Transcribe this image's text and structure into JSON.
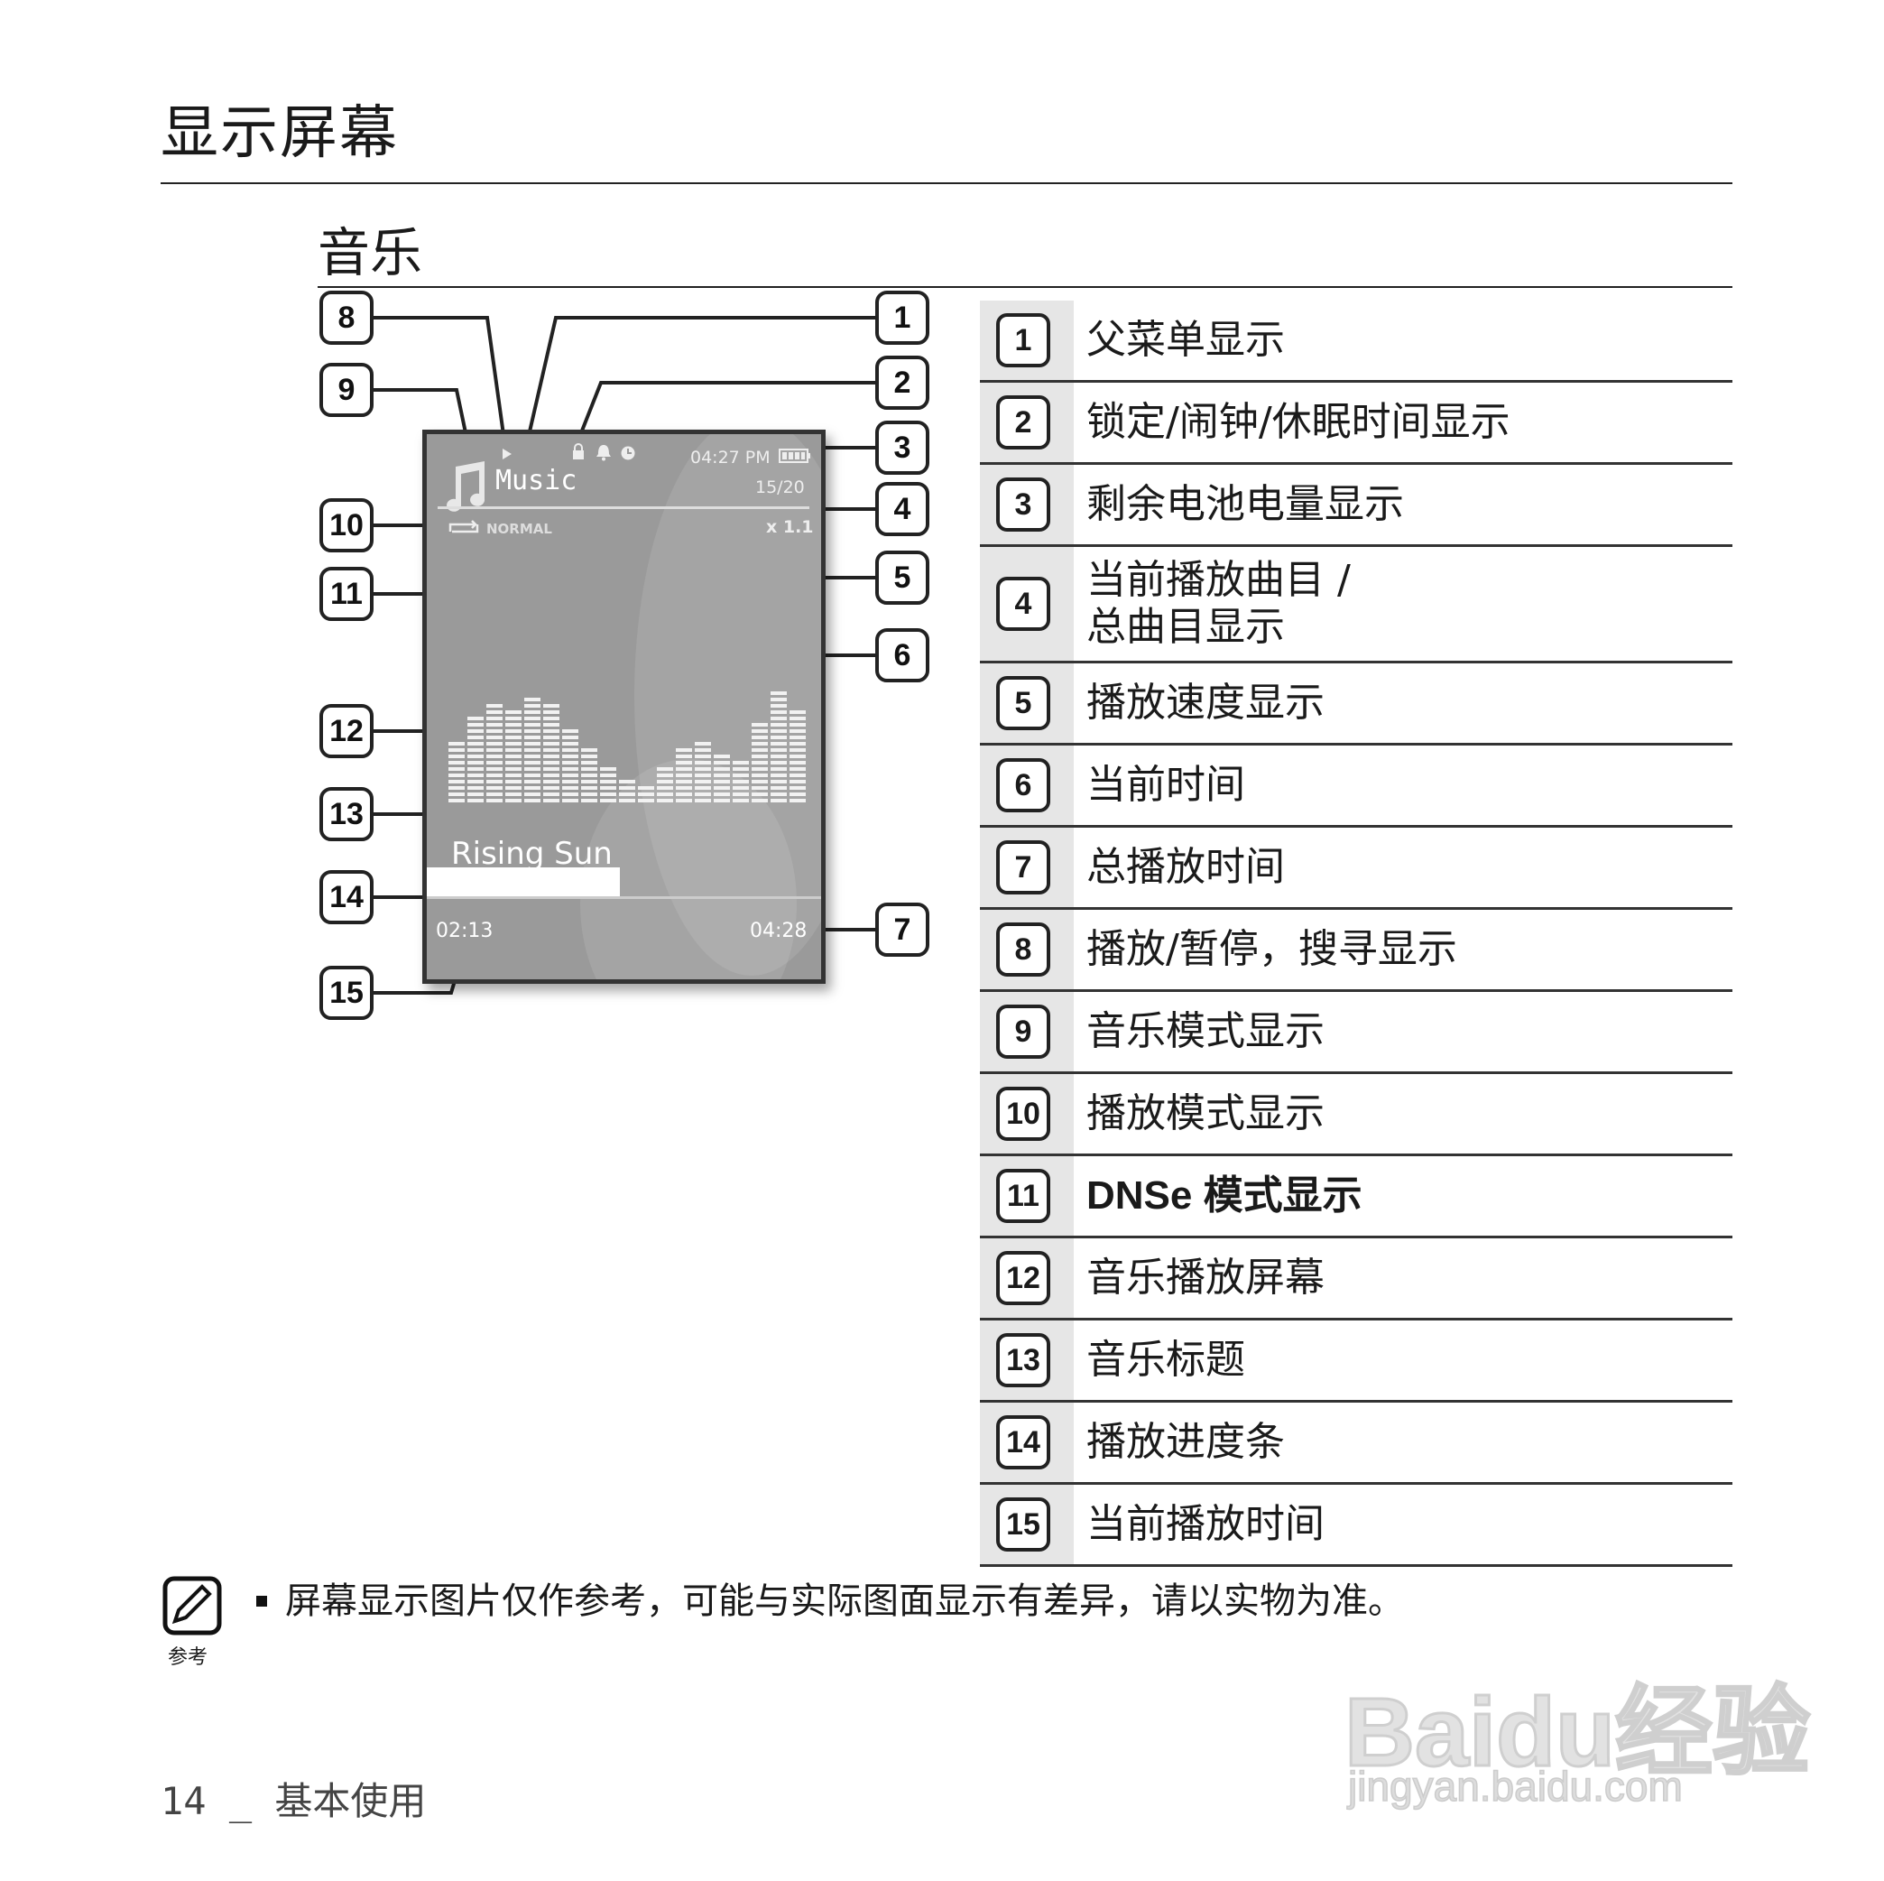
{
  "header": {
    "title": "显示屏幕"
  },
  "section": {
    "title": "音乐"
  },
  "screen": {
    "time": "04:27 PM",
    "menu_title": "Music",
    "track": "15/20",
    "speed": "x 1.1",
    "mode": "NORMAL",
    "song": "Rising Sun",
    "elapsed": "02:13",
    "total": "04:28",
    "progress": 0.49,
    "equalizer_levels": [
      10,
      14,
      16,
      15,
      17,
      16,
      12,
      9,
      6,
      4,
      3,
      6,
      9,
      10,
      8,
      7,
      13,
      18,
      15
    ],
    "icons": [
      "music-note-icon",
      "play-icon",
      "lock-icon",
      "alarm-bell-icon",
      "sleep-clock-icon",
      "battery-icon",
      "repeat-icon"
    ],
    "colors": {
      "screen_bg": "#9a9a9a",
      "bar": "#f2f2f2"
    }
  },
  "callouts": [
    "1",
    "2",
    "3",
    "4",
    "5",
    "6",
    "7",
    "8",
    "9",
    "10",
    "11",
    "12",
    "13",
    "14",
    "15"
  ],
  "legend": [
    {
      "num": "1",
      "text": "父菜单显示"
    },
    {
      "num": "2",
      "text": "锁定/闹钟/休眠时间显示"
    },
    {
      "num": "3",
      "text": "剩余电池电量显示"
    },
    {
      "num": "4",
      "text": "当前播放曲目 /\n总曲目显示"
    },
    {
      "num": "5",
      "text": "播放速度显示"
    },
    {
      "num": "6",
      "text": "当前时间"
    },
    {
      "num": "7",
      "text": "总播放时间"
    },
    {
      "num": "8",
      "text": "播放/暂停，搜寻显示"
    },
    {
      "num": "9",
      "text": "音乐模式显示"
    },
    {
      "num": "10",
      "text": "播放模式显示"
    },
    {
      "num": "11",
      "text": "DNSe 模式显示"
    },
    {
      "num": "12",
      "text": "音乐播放屏幕"
    },
    {
      "num": "13",
      "text": "音乐标题"
    },
    {
      "num": "14",
      "text": "播放进度条"
    },
    {
      "num": "15",
      "text": "当前播放时间"
    }
  ],
  "note": {
    "icon_label": "参考",
    "text": "屏幕显示图片仅作参考，可能与实际图面显示有差异，请以实物为准。"
  },
  "footer": {
    "text": "14 _ 基本使用"
  },
  "watermark": {
    "line1": "Baidu经验",
    "line2": "jingyan.baidu.com"
  }
}
